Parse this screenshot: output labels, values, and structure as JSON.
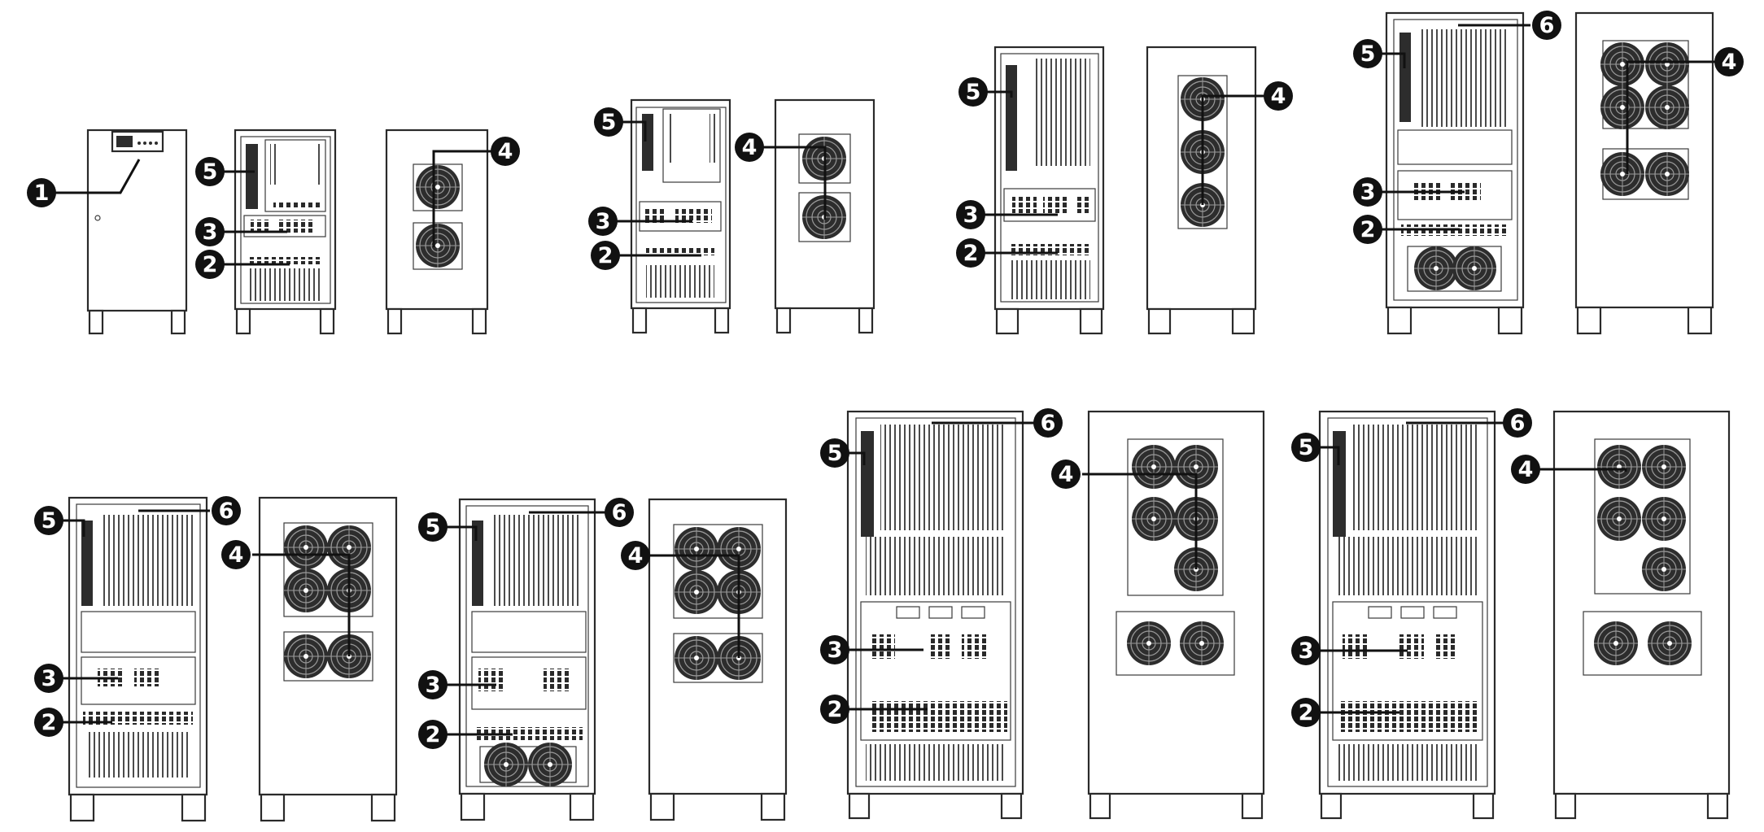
{
  "callout_labels": {
    "c1": "1",
    "c2": "2",
    "c3": "3",
    "c4": "4",
    "c5": "5",
    "c6": "6"
  },
  "colors": {
    "ink": "#111111",
    "cabinet_outline": "#2a2a2a",
    "fill": "#ffffff"
  }
}
